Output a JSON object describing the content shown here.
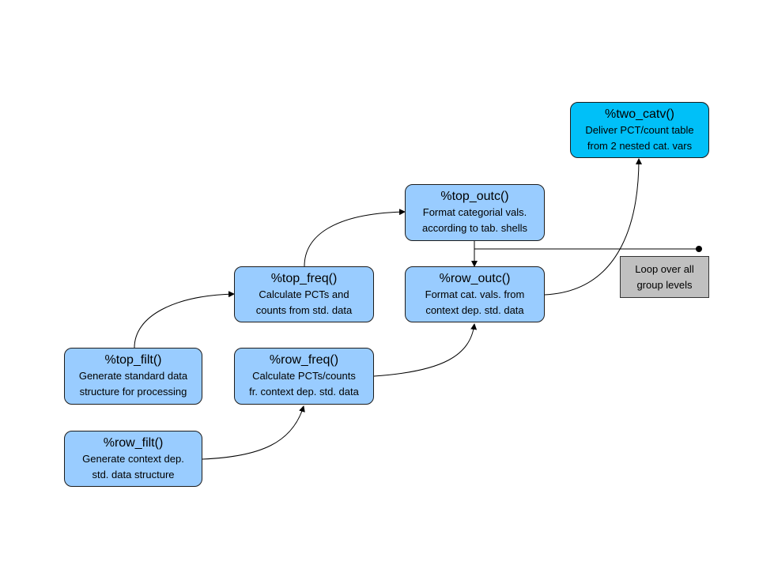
{
  "colors": {
    "node_fill": "#99ccff",
    "final_fill": "#00c0f8",
    "note_fill": "#c0c0c0",
    "line": "#000000"
  },
  "nodes": {
    "row_filt": {
      "title": "%row_filt()",
      "desc": "Generate context dep.\nstd. data structure"
    },
    "top_filt": {
      "title": "%top_filt()",
      "desc": "Generate standard data\nstructure for processing"
    },
    "row_freq": {
      "title": "%row_freq()",
      "desc": "Calculate PCTs/counts\nfr. context dep. std. data"
    },
    "top_freq": {
      "title": "%top_freq()",
      "desc": "Calculate PCTs and\ncounts from std. data"
    },
    "top_outc": {
      "title": "%top_outc()",
      "desc": "Format categorial vals.\naccording to tab. shells"
    },
    "row_outc": {
      "title": "%row_outc()",
      "desc": "Format cat. vals. from\ncontext dep. std. data"
    },
    "two_catv": {
      "title": "%two_catv()",
      "desc": "Deliver PCT/count table\nfrom 2 nested cat. vars"
    }
  },
  "loop_note": "Loop over all\ngroup levels",
  "edges": [
    {
      "from": "row_filt",
      "to": "row_freq"
    },
    {
      "from": "top_filt",
      "to": "top_freq"
    },
    {
      "from": "top_freq",
      "to": "top_outc"
    },
    {
      "from": "top_outc",
      "to": "row_outc"
    },
    {
      "from": "row_freq",
      "to": "row_outc"
    },
    {
      "from": "row_outc",
      "to": "two_catv"
    }
  ]
}
